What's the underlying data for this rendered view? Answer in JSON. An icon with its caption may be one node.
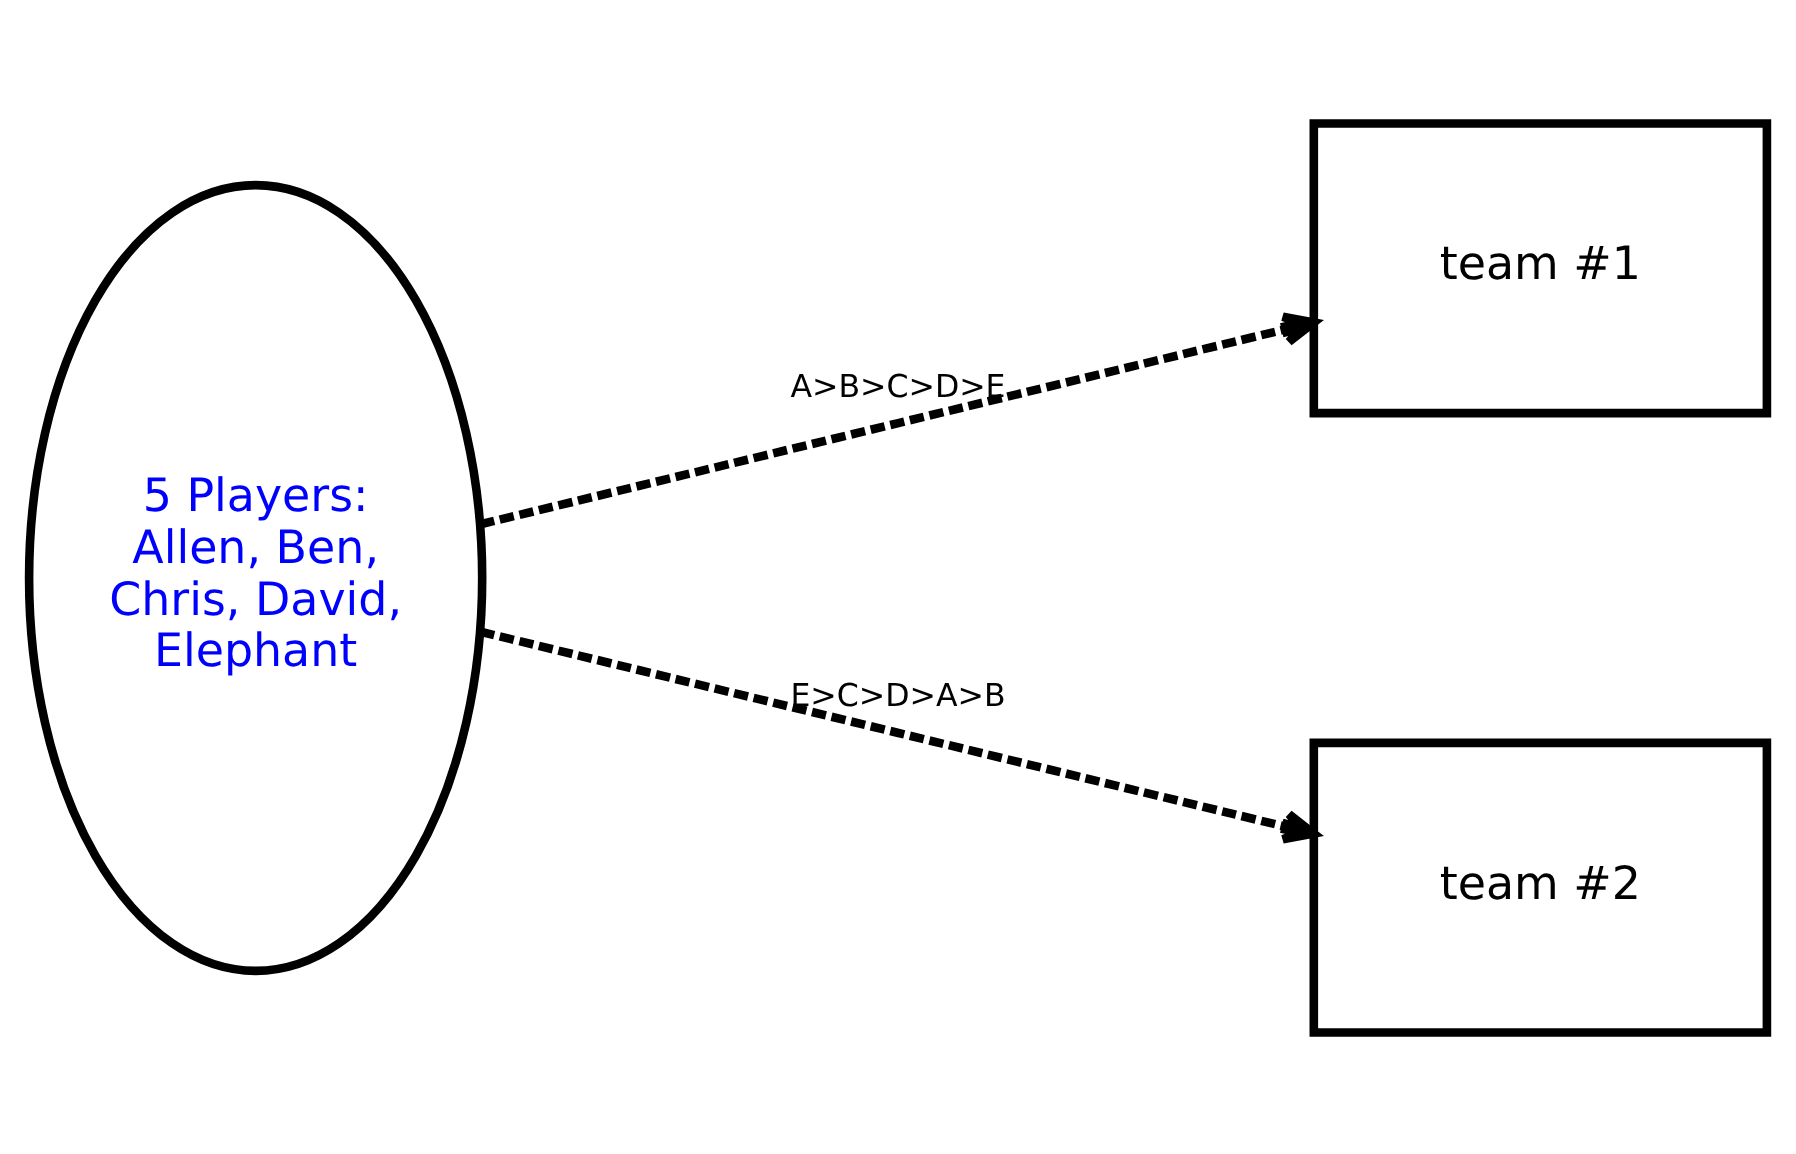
{
  "diagram": {
    "nodes": [
      {
        "text": [
          "5 Players: Allen, Ben, Chris, David, Elephant"
        ]
      },
      {
        "text": [
          "team #1"
        ]
      },
      {
        "text": [
          "team #2"
        ]
      }
    ],
    "edges": [
      {
        "from": 0,
        "to": 1,
        "arrow": "to",
        "label": "A>B>C>D>E",
        "style": "dashed"
      },
      {
        "from": 0,
        "to": 2,
        "arrow": "to",
        "label": "E>C>D>A>B",
        "style": "dashed"
      }
    ]
  }
}
